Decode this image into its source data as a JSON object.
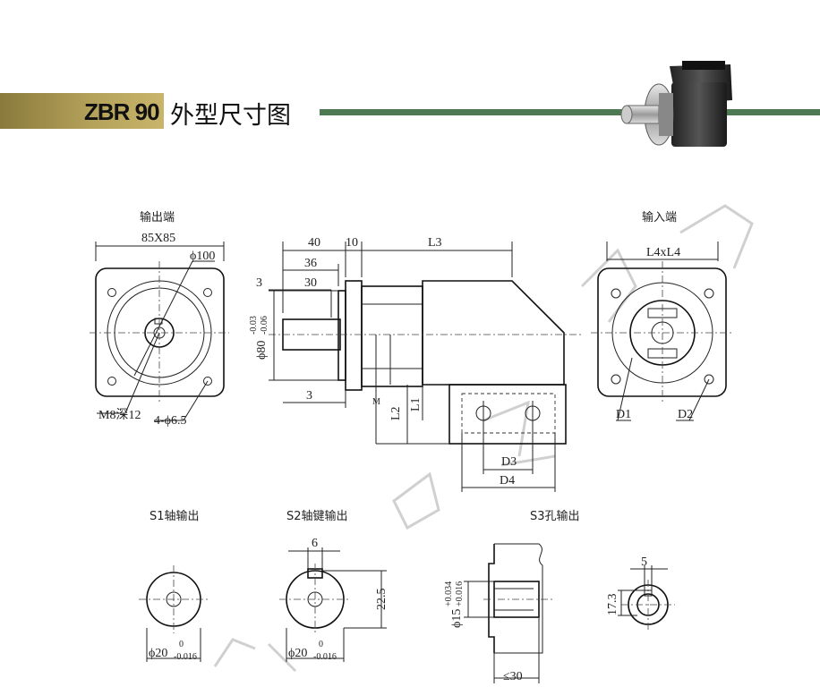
{
  "header": {
    "model_code": "ZBR 90",
    "title": "外型尺寸图"
  },
  "views": {
    "output_end": "输出端",
    "input_end": "输入端",
    "s1": "S1轴输出",
    "s2": "S2轴键输出",
    "s3": "S3孔输出"
  },
  "dimensions": {
    "flange": "85X85",
    "pcd": "ϕ100",
    "thread": "M8深12",
    "holes": "4-ϕ6.5",
    "d40": "40",
    "d10": "10",
    "L3": "L3",
    "d36": "36",
    "d30": "30",
    "d3a": "3",
    "d3b": "3",
    "spigot": "ϕ80",
    "spigot_tol_up": "-0.03",
    "spigot_tol_lo": "-0.06",
    "M": "M",
    "L2": "L2",
    "L1": "L1",
    "D3": "D3",
    "D4": "D4",
    "L4": "L4xL4",
    "D1": "D1",
    "D2": "D2",
    "s1_dia": "ϕ20",
    "s1_tol_up": "0",
    "s1_tol_lo": "-0.016",
    "s2_key": "6",
    "s2_height": "22.5",
    "s2_dia": "ϕ20",
    "s2_tol_up": "0",
    "s2_tol_lo": "-0.016",
    "s3_bore": "ϕ15",
    "s3_tol_up": "+0.034",
    "s3_tol_lo": "+0.016",
    "s3_len": "≤30",
    "s3_key": "5",
    "s3_height": "17.3"
  },
  "icons": {
    "product_photo": "gearbox-photo-icon"
  },
  "colors": {
    "banner_gold": "#b3a15a",
    "banner_green": "#4e7a53"
  }
}
